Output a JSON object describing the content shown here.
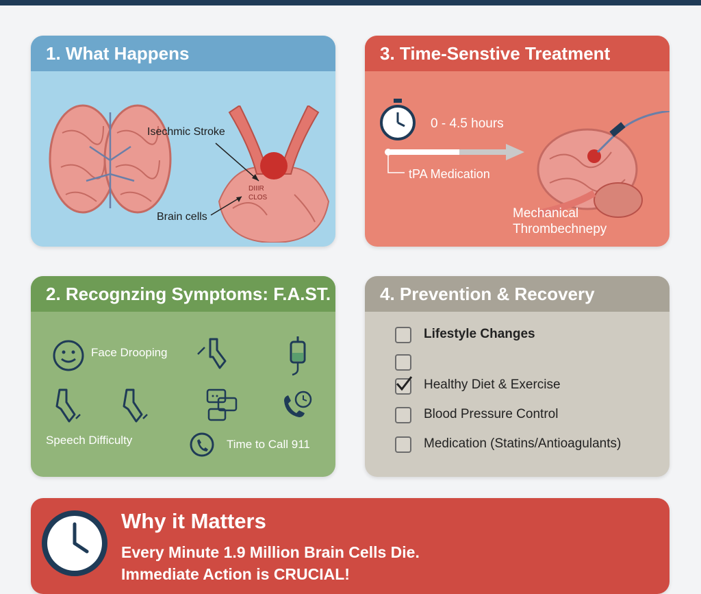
{
  "card1": {
    "title": "1. What Happens",
    "label_stroke": "Isechmic Stroke",
    "label_cells": "Brain cells",
    "clot_text": "DIIIR CLOS"
  },
  "card3": {
    "title": "3. Time-Senstive Treatment",
    "time_window": "0 - 4.5 hours",
    "tpa_label": "tPA Medication",
    "mech_label_1": "Mechanical",
    "mech_label_2": "Thrombechnepy"
  },
  "card2": {
    "title": "2. Recognzing Symptoms: F.A.ST.",
    "face_label": "Face Drooping",
    "speech_label": "Speech Difficulty",
    "time_label": "Time to Call 911"
  },
  "card4": {
    "title": "4. Prevention & Recovery",
    "items": [
      {
        "label": "Lifestyle Changes",
        "checked": false,
        "bold": true
      },
      {
        "label": "",
        "checked": false,
        "bold": false
      },
      {
        "label": "Healthy Diet & Exercise",
        "checked": true,
        "bold": false
      },
      {
        "label": "Blood Pressure Control",
        "checked": false,
        "bold": false
      },
      {
        "label": "Medication (Statins/Antioagulants)",
        "checked": false,
        "bold": false
      }
    ]
  },
  "banner": {
    "title": "Why it Matters",
    "line1": "Every Minute 1.9 Million Brain Cells Die.",
    "line2": "Immediate Action is CRUCIAL!"
  },
  "colors": {
    "header_bar": "#1f3b57",
    "blue_card": "#a6d4ea",
    "red_card": "#e98574",
    "green_card": "#92b57a",
    "gray_card": "#cfcbc1",
    "banner": "#cf4b42"
  }
}
